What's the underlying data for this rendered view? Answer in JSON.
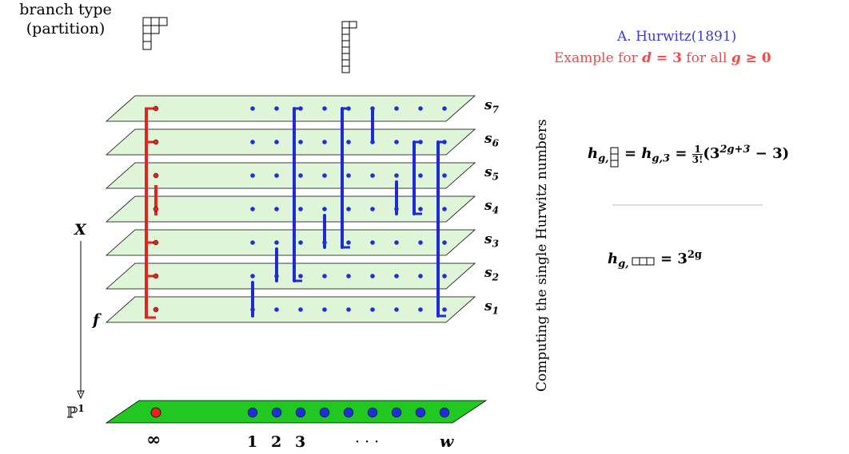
{
  "branch_type": {
    "line1": "branch type",
    "line2": "(partition)"
  },
  "attribution": {
    "author": "A. Hurwitz(1891)",
    "example_prefix": "Example for ",
    "example_d": "d",
    "example_eq": " = 3",
    "example_mid": " for all ",
    "example_g": "g",
    "example_geq": " ≥ 0"
  },
  "side_label": "Computing the single Hurwitz numbers",
  "formulas": {
    "f1_lhs": "h",
    "f1_sub": "g,",
    "f1_mid": " = h",
    "f1_sub2": "g,3",
    "f1_eq": " = ",
    "f1_frac_num": "1",
    "f1_frac_den": "3!",
    "f1_rhs": "(3",
    "f1_exp": "2g+3",
    "f1_tail": " − 3)",
    "f2_lhs": "h",
    "f2_sub": "g,",
    "f2_eq": " = 3",
    "f2_exp": "2g"
  },
  "axis_labels": {
    "X": "X",
    "f": "f",
    "P1": "ℙ",
    "P1_exp": "1"
  },
  "sheet_labels": [
    "s",
    "s",
    "s",
    "s",
    "s",
    "s",
    "s"
  ],
  "sheet_indices": [
    "7",
    "6",
    "5",
    "4",
    "3",
    "2",
    "1"
  ],
  "bottom_labels": {
    "infinity": "∞",
    "one": "1",
    "two": "2",
    "three": "3",
    "dots": "· · ·",
    "w": "w"
  },
  "colors": {
    "sheet_fill": "#dff5d8",
    "base_fill": "#22c822",
    "red": "#e8221e",
    "blue": "#1f2ad6",
    "dot_blue": "#1e2fd8",
    "caption_blue": "#3b3bd1",
    "caption_red": "#f04a4a"
  }
}
